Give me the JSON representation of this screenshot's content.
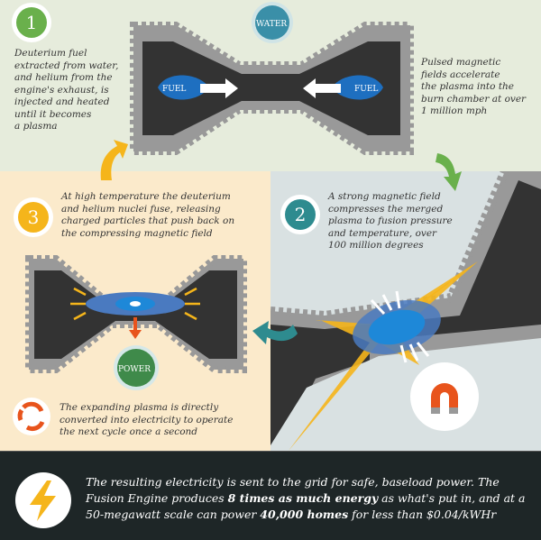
{
  "steps": {
    "step1": {
      "number": "1",
      "text": "Deuterium fuel\nextracted from water,\nand helium from the\nengine's exhaust, is\ninjected and heated\nuntil it becomes\na plasma",
      "color": "#6ab04c"
    },
    "step1b": {
      "text": "Pulsed magnetic\nfields accelerate\nthe plasma into the\nburn chamber at over\n1 million mph"
    },
    "step2": {
      "number": "2",
      "text": "A strong magnetic field\ncompresses the merged\nplasma to fusion pressure\nand temperature, over\n100 million degrees",
      "color": "#2e8b8f"
    },
    "step3": {
      "number": "3",
      "text": "At high temperature the deuterium\nand helium nuclei fuse, releasing\ncharged particles that push back on\nthe compressing magnetic field",
      "color": "#f5b51b"
    },
    "step4": {
      "text": "The expanding plasma is directly\nconverted into electricity to operate\nthe next cycle once a second"
    }
  },
  "labels": {
    "water": "WATER",
    "fuel_left": "FUEL",
    "fuel_right": "FUEL",
    "power": "POWER"
  },
  "summary": {
    "part1": "The resulting electricity is sent to the grid for safe, baseload power. The Fusion Engine produces ",
    "bold1": "8 times as much energy",
    "part2": " as what's put in, and at a 50-megawatt scale can power ",
    "bold2": "40,000 homes",
    "part3": " for less than $0.04/kWHr"
  },
  "icons": [
    "recycle-icon",
    "magnet-icon",
    "lightning-icon",
    "arrow-icon"
  ]
}
